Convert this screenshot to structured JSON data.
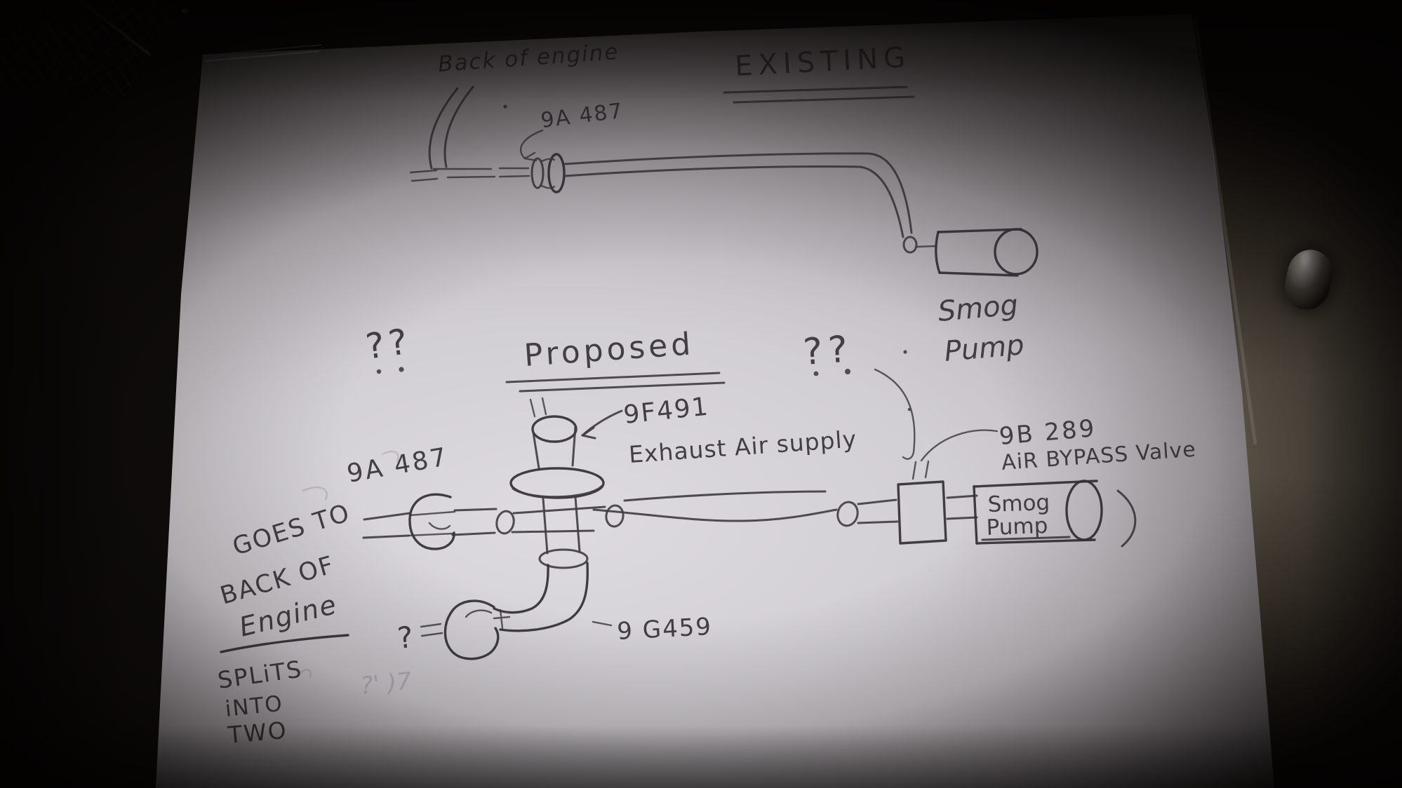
{
  "photo": {
    "paper_color": "#d2cfd4",
    "ink_color": "#3b373c",
    "desk_color": "#6b6356"
  },
  "existing": {
    "title": "EXISTING",
    "back_of_engine": "Back of engine",
    "part_label": "9A 487",
    "pump_line1": "Smog",
    "pump_line2": "Pump"
  },
  "proposed": {
    "title": "Proposed",
    "question_left": "??",
    "question_right": "??",
    "valve_part": "9F491",
    "valve_desc": "Exhaust Air supply",
    "bypass_part": "9B 289",
    "bypass_desc": "AiR BYPASS Valve",
    "hose_part": "9A 487",
    "elbow_part": "9 G459",
    "goes_to_line1": "GOES TO",
    "goes_to_line2": "BACK OF",
    "goes_to_line3": "Engine",
    "splits_line1": "SPLiTS",
    "splits_line2": "iNTO",
    "splits_line3": "TWO",
    "pump_box_line1": "Smog",
    "pump_box_line2": "Pump",
    "bell_question": "?",
    "faint_marks": "?' )7"
  }
}
